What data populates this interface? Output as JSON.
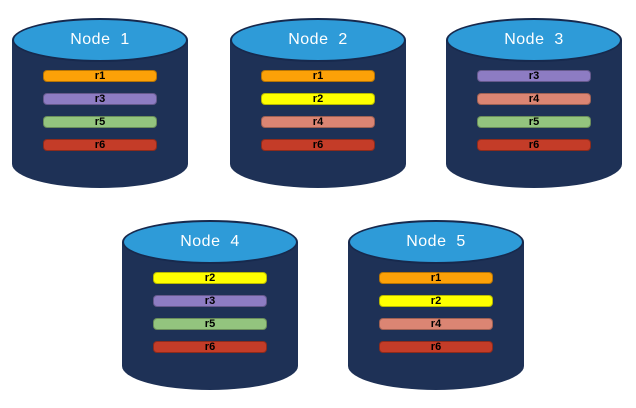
{
  "colors": {
    "cylinder_body": "#1E3156",
    "cylinder_top": "#2E9BD8",
    "cylinder_outline": "#17294D",
    "replica_palette": {
      "r1": "#FCA108",
      "r2": "#FEFF00",
      "r3": "#8D7CC3",
      "r4": "#DB8573",
      "r5": "#93C47E",
      "r6": "#C43C28"
    }
  },
  "nodes": [
    {
      "title": "Node  1",
      "bars": [
        {
          "label": "r1",
          "color": "#FCA108"
        },
        {
          "label": "r3",
          "color": "#8D7CC3"
        },
        {
          "label": "r5",
          "color": "#93C47E"
        },
        {
          "label": "r6",
          "color": "#C43C28"
        }
      ]
    },
    {
      "title": "Node  2",
      "bars": [
        {
          "label": "r1",
          "color": "#FCA108"
        },
        {
          "label": "r2",
          "color": "#FEFF00"
        },
        {
          "label": "r4",
          "color": "#DB8573"
        },
        {
          "label": "r6",
          "color": "#C43C28"
        }
      ]
    },
    {
      "title": "Node  3",
      "bars": [
        {
          "label": "r3",
          "color": "#8D7CC3"
        },
        {
          "label": "r4",
          "color": "#DB8573"
        },
        {
          "label": "r5",
          "color": "#93C47E"
        },
        {
          "label": "r6",
          "color": "#C43C28"
        }
      ]
    },
    {
      "title": "Node  4",
      "bars": [
        {
          "label": "r2",
          "color": "#FEFF00"
        },
        {
          "label": "r3",
          "color": "#8D7CC3"
        },
        {
          "label": "r5",
          "color": "#93C47E"
        },
        {
          "label": "r6",
          "color": "#C43C28"
        }
      ]
    },
    {
      "title": "Node  5",
      "bars": [
        {
          "label": "r1",
          "color": "#FCA108"
        },
        {
          "label": "r2",
          "color": "#FEFF00"
        },
        {
          "label": "r4",
          "color": "#DB8573"
        },
        {
          "label": "r6",
          "color": "#C43C28"
        }
      ]
    }
  ]
}
